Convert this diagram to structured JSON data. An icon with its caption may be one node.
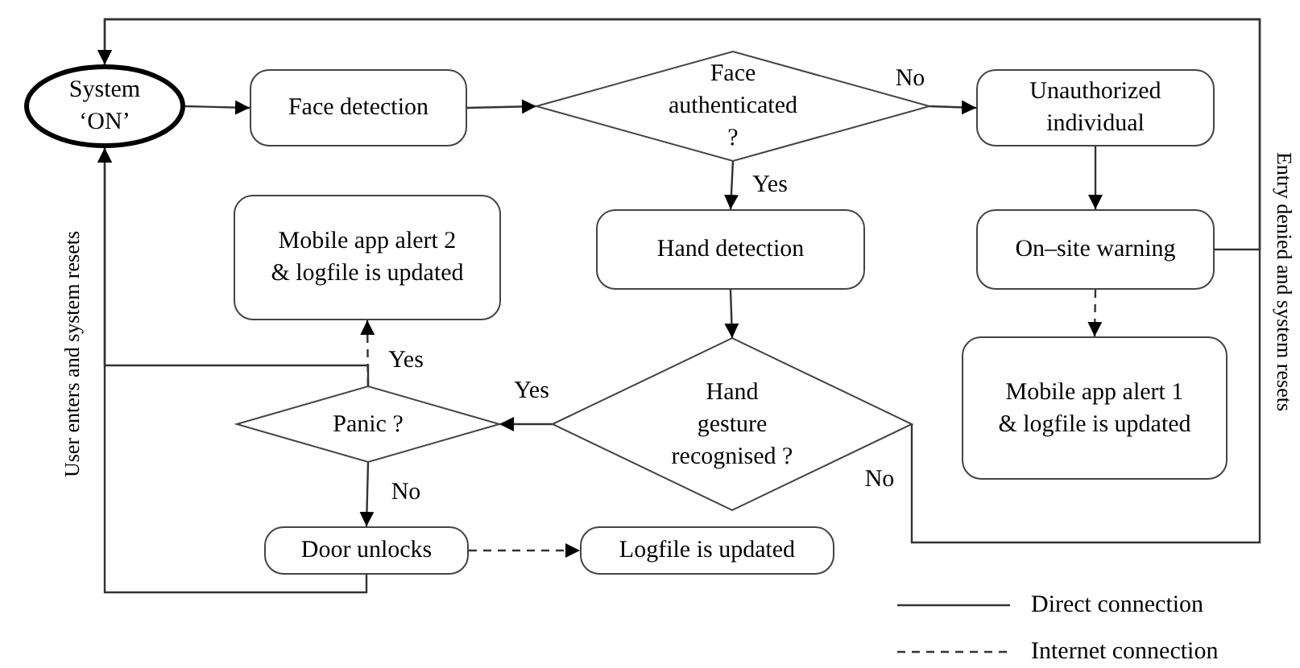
{
  "diagram": {
    "nodes": [
      {
        "text": [
          "System ‘ON’"
        ]
      },
      {
        "text": [
          "Face detection"
        ]
      },
      {
        "text": [
          "Face authenticated ?"
        ]
      },
      {
        "text": [
          "Unauthorized individual"
        ]
      },
      {
        "text": [
          "Hand detection"
        ]
      },
      {
        "text": [
          "On–site warning"
        ]
      },
      {
        "text": [
          "Mobile app alert 2 & logfile is updated"
        ]
      },
      {
        "text": [
          "Hand gesture recognised ?"
        ]
      },
      {
        "text": [
          "Panic ?"
        ]
      },
      {
        "text": [
          "Mobile app alert 1 & logfile is updated"
        ]
      },
      {
        "text": [
          "Door unlocks"
        ]
      },
      {
        "text": [
          "Logfile is updated"
        ]
      }
    ],
    "edges": [
      {
        "from": 0,
        "to": 1,
        "arrow": "to"
      },
      {
        "from": 1,
        "to": 2,
        "arrow": "to"
      },
      {
        "from": 2,
        "to": 3,
        "arrow": "to",
        "label": "No"
      },
      {
        "from": 2,
        "to": 4,
        "arrow": "to",
        "label": "Yes"
      },
      {
        "from": 3,
        "to": 5,
        "arrow": "to"
      },
      {
        "from": 5,
        "to": 9,
        "arrow": "to",
        "style": "dashed"
      },
      {
        "from": 4,
        "to": 7,
        "arrow": "to"
      },
      {
        "from": 7,
        "to": 8,
        "arrow": "to",
        "label": "Yes"
      },
      {
        "from": 8,
        "to": 6,
        "arrow": "to",
        "style": "dashed",
        "label": "Yes"
      },
      {
        "from": 8,
        "to": 10,
        "arrow": "to",
        "label": "No"
      },
      {
        "from": 10,
        "to": 11,
        "arrow": "to",
        "style": "dashed"
      },
      {
        "from": 10,
        "to": 0,
        "arrow": "to",
        "label": "User enters and system resets"
      },
      {
        "from": 8,
        "to": 0,
        "arrow": "to"
      },
      {
        "from": 5,
        "to": 0,
        "arrow": "to",
        "label": "Entry denied and system resets"
      },
      {
        "from": 7,
        "to": 0,
        "arrow": "to",
        "label": "No"
      }
    ],
    "legend": [
      {
        "text": "Direct connection"
      },
      {
        "text": "Internet connection"
      }
    ]
  }
}
